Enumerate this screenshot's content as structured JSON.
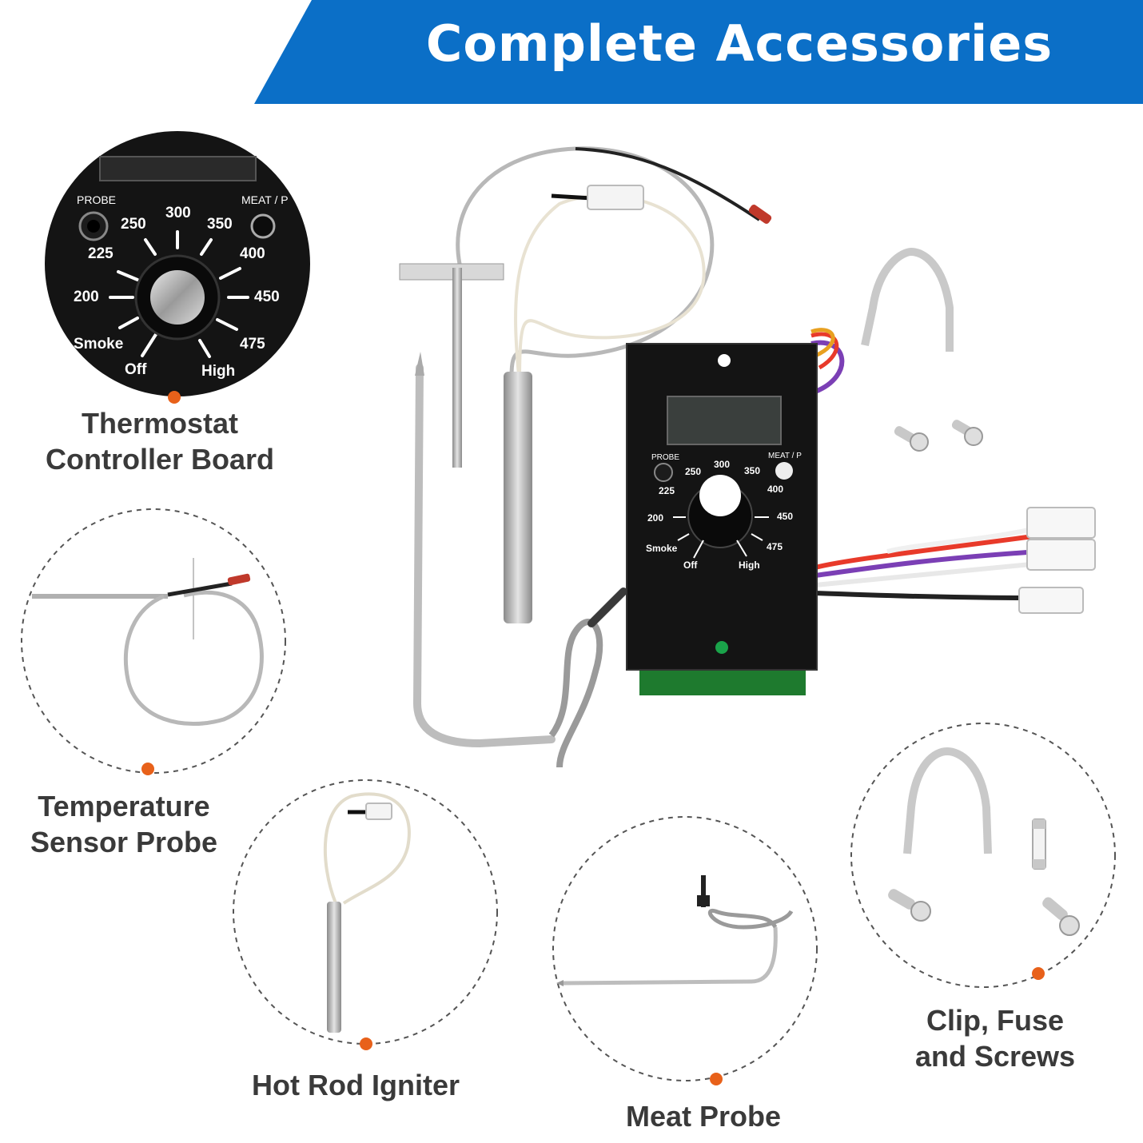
{
  "header": {
    "title": "Complete Accessories"
  },
  "colors": {
    "banner": "#0b6fc7",
    "accent_dot": "#e8611a",
    "label_text": "#3a3a3a",
    "panel": "#141414"
  },
  "dial": {
    "probe": "PROBE",
    "meat_p": "MEAT / P",
    "marks": [
      "Off",
      "Smoke",
      "200",
      "225",
      "250",
      "300",
      "350",
      "400",
      "450",
      "475",
      "High"
    ]
  },
  "labels": {
    "thermostat": [
      "Thermostat",
      "Controller Board"
    ],
    "temp_probe": [
      "Temperature",
      "Sensor Probe"
    ],
    "igniter": [
      "Hot Rod Igniter"
    ],
    "meat_probe": [
      "Meat Probe"
    ],
    "clip": [
      "Clip, Fuse",
      "and Screws"
    ]
  }
}
